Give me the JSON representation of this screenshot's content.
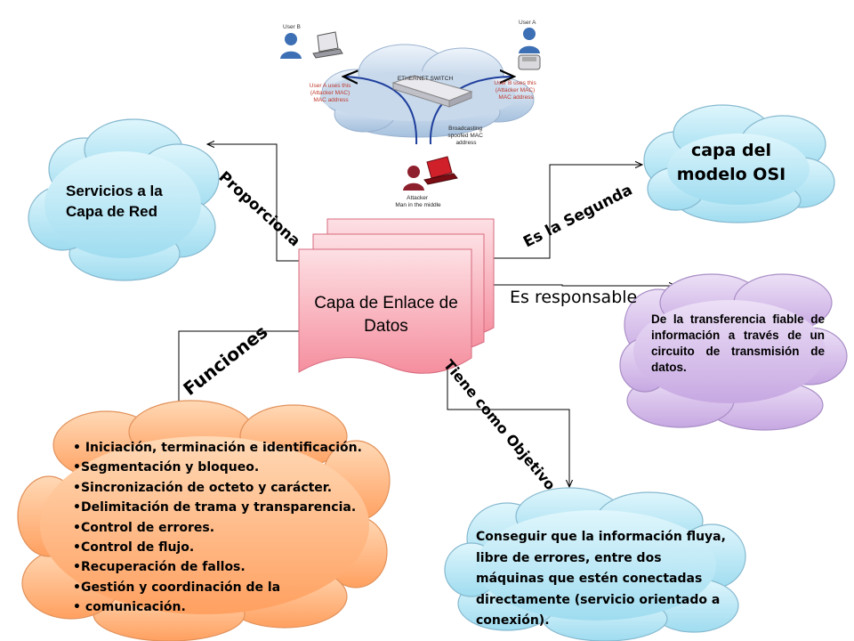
{
  "central": {
    "title": "Capa de Enlace de Datos"
  },
  "nodes": {
    "services": "Servicios a la Capa de Red",
    "osi": "capa del modelo OSI",
    "responsibility": "De la transferencia fiable de información a través de un circuito de transmisión de datos.",
    "functions": [
      "• Iniciación, terminación e identificación.",
      "•Segmentación y bloqueo.",
      "•Sincronización de octeto y carácter.",
      "•Delimitación de trama y transparencia.",
      "•Control de errores.",
      "•Control de flujo.",
      "•Recuperación de fallos.",
      "•Gestión y coordinación de la",
      "• comunicación."
    ],
    "objective": "Conseguir que la información fluya, libre de errores, entre dos máquinas que estén conectadas directamente (servicio orientado a conexión)."
  },
  "edges": {
    "provides": "Proporciona",
    "is_second": "Es la Segunda",
    "responsible": "Es responsable",
    "functions": "Funciones",
    "objective": "Tiene como Objetivo"
  },
  "network_image": {
    "user_b": "User B",
    "user_a": "User A",
    "user_a_note": [
      "User A uses this",
      "(Attacker MAC)",
      "MAC address"
    ],
    "user_b_note": [
      "User B uses this",
      "(Attacker MAC)",
      "MAC address"
    ],
    "switch": "ETHERNET SWITCH",
    "broadcast": [
      "Broadcasting",
      "spoofed MAC",
      "address"
    ],
    "attacker": [
      "Attacker",
      "Man in the middle"
    ]
  },
  "colors": {
    "cyan_cloud": "#c6eefa",
    "purple_cloud": "#dcc6ee",
    "orange_cloud": "#ffc08e",
    "doc_pink": "#f9a9b4",
    "connector": "#000000"
  }
}
